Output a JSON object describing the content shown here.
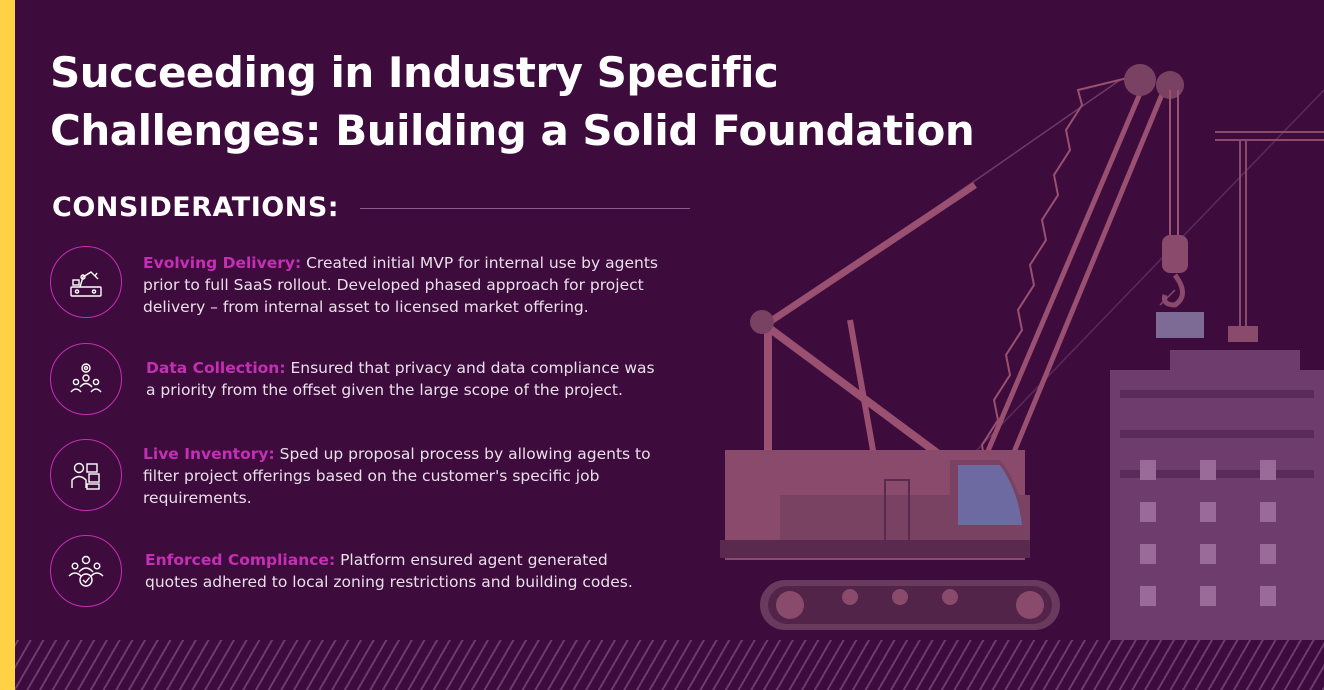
{
  "title": "Succeeding in Industry Specific Challenges: Building a Solid Foundation",
  "section_heading": "CONSIDERATIONS:",
  "items": [
    {
      "icon": "robot-arm-icon",
      "label": "Evolving Delivery:",
      "text": "Created initial MVP for internal use by agents prior to full SaaS rollout. Developed phased approach for project delivery – from internal asset to licensed market offering."
    },
    {
      "icon": "team-gear-icon",
      "label": "Data Collection:",
      "text": "Ensured that privacy and data compliance was a priority from the offset given the large scope of the project."
    },
    {
      "icon": "agent-inventory-icon",
      "label": "Live Inventory:",
      "text": "Sped up proposal process by allowing agents to filter project offerings based on the customer's specific job requirements."
    },
    {
      "icon": "team-check-icon",
      "label": "Enforced Compliance:",
      "text": "Platform ensured agent generated quotes adhered to local zoning restrictions and building codes."
    }
  ],
  "colors": {
    "background": "#3d0c3c",
    "accent_bar": "#ffd145",
    "label_magenta": "#c42fb4",
    "crane": "#8a4a6c"
  }
}
